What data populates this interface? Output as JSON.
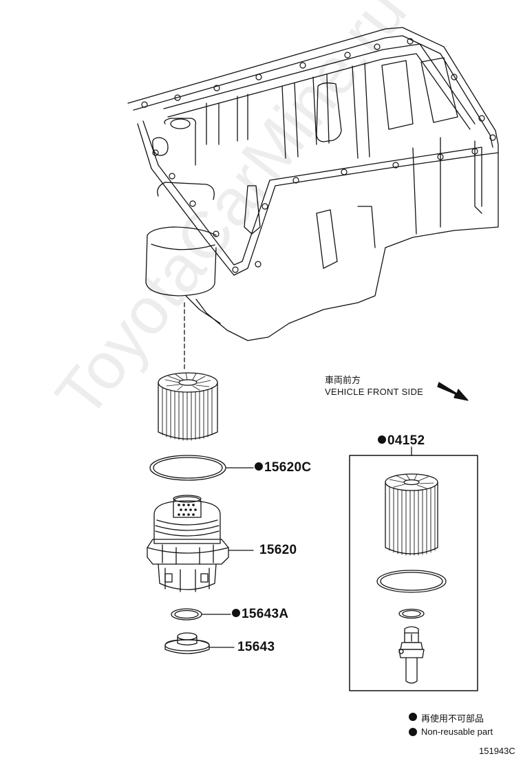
{
  "direction": {
    "line1": "車両前方",
    "line2": "VEHICLE FRONT SIDE"
  },
  "parts": {
    "kit": "04152",
    "gasket": "15620C",
    "cap": "15620",
    "oring": "15643A",
    "plug": "15643"
  },
  "legend": {
    "line1": "再使用不可部品",
    "line2": "Non-reusable part"
  },
  "diagram_id": "151943C",
  "watermark": "ToyotaCarMine.ru"
}
